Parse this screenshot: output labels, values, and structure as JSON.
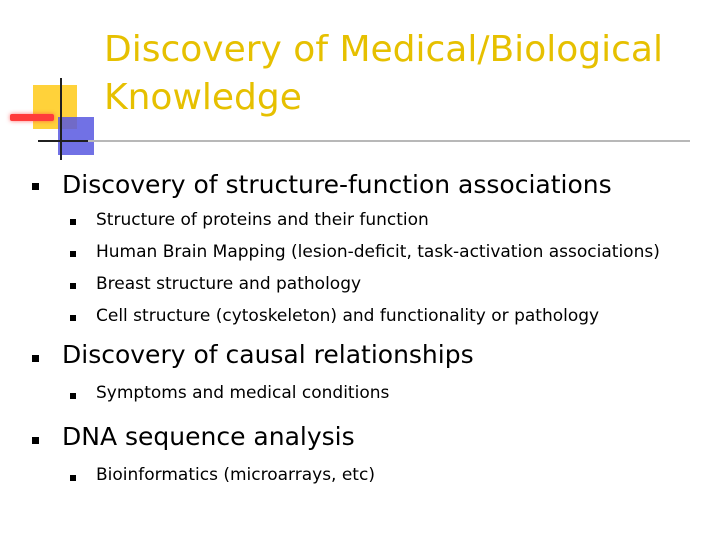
{
  "slide": {
    "title_line1": "Discovery of Medical/Biological",
    "title_line2": "Knowledge",
    "colors": {
      "title": "#e6c000",
      "bullet": "#000000",
      "deco_yellow": "#ffd23a",
      "deco_blue": "#5858e0",
      "deco_red": "#ff3b3b"
    },
    "sections": [
      {
        "heading": "Discovery of structure-function associations",
        "items": [
          "Structure of proteins and their function",
          "Human Brain Mapping (lesion-deficit, task-activation associations)",
          "Breast structure and pathology",
          "Cell structure (cytoskeleton) and functionality or pathology"
        ]
      },
      {
        "heading": "Discovery of causal relationships",
        "items": [
          "Symptoms and medical conditions"
        ]
      },
      {
        "heading": "DNA sequence analysis",
        "items": [
          "Bioinformatics (microarrays, etc)"
        ]
      }
    ]
  }
}
